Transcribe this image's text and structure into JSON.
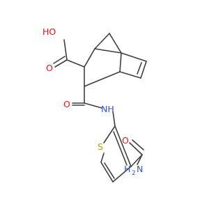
{
  "molecule": {
    "atom_labels": {
      "hydroxyl_oh": "HO",
      "acid_carbonyl_o": "O",
      "amide_carbonyl_o": "O",
      "amide_nh": "NH",
      "thiophene_s": "S",
      "carboxamide_o": "O",
      "carboxamide_nh2_n": "H",
      "carboxamide_nh2_sub": "2",
      "carboxamide_nh2_h": "N"
    },
    "colors": {
      "bond": "#3d3d3d",
      "oxygen": "#ff0d0d",
      "nitrogen": "#3050f8",
      "sulfur": "#b2a000"
    }
  }
}
